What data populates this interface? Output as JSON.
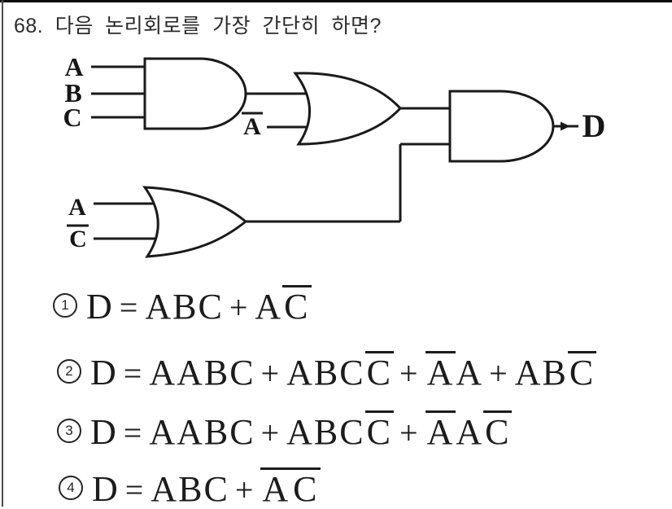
{
  "title": "68. 다음 논리회로를 가장 간단히 하면?",
  "ink_color": "#1a1a1a",
  "circuit": {
    "gate1_type": "AND",
    "gate2_type": "OR",
    "gate3_type": "OR",
    "gate4_type": "AND",
    "and1_inputs": [
      "A",
      "B",
      "C"
    ],
    "or1_negated_input": "A",
    "or2_input_top": "A",
    "or2_input_bottom_negated": "C",
    "output_label": "D"
  },
  "options": [
    {
      "num": "1",
      "segments": [
        {
          "t": "D"
        },
        {
          "t": "="
        },
        {
          "t": "ABC"
        },
        {
          "t": "+"
        },
        {
          "t": "A"
        },
        {
          "t": "C",
          "bar": true
        }
      ]
    },
    {
      "num": "2",
      "segments": [
        {
          "t": "D"
        },
        {
          "t": "="
        },
        {
          "t": "AABC"
        },
        {
          "t": "+"
        },
        {
          "t": "ABC"
        },
        {
          "t": "C",
          "bar": true
        },
        {
          "t": "+"
        },
        {
          "t": "A",
          "bar": true
        },
        {
          "t": "A"
        },
        {
          "t": "+"
        },
        {
          "t": "AB"
        },
        {
          "t": "C",
          "bar": true
        }
      ]
    },
    {
      "num": "3",
      "segments": [
        {
          "t": "D"
        },
        {
          "t": "="
        },
        {
          "t": "AABC"
        },
        {
          "t": "+"
        },
        {
          "t": "ABC"
        },
        {
          "t": "C",
          "bar": true
        },
        {
          "t": "+"
        },
        {
          "t": "A",
          "bar": true
        },
        {
          "t": "A"
        },
        {
          "t": "C",
          "bar": true
        }
      ]
    },
    {
      "num": "4",
      "segments": [
        {
          "t": "D"
        },
        {
          "t": "="
        },
        {
          "t": "ABC"
        },
        {
          "t": "+"
        },
        {
          "t": "A",
          "bar": true
        },
        {
          "t": "C",
          "bar": true
        }
      ]
    }
  ]
}
